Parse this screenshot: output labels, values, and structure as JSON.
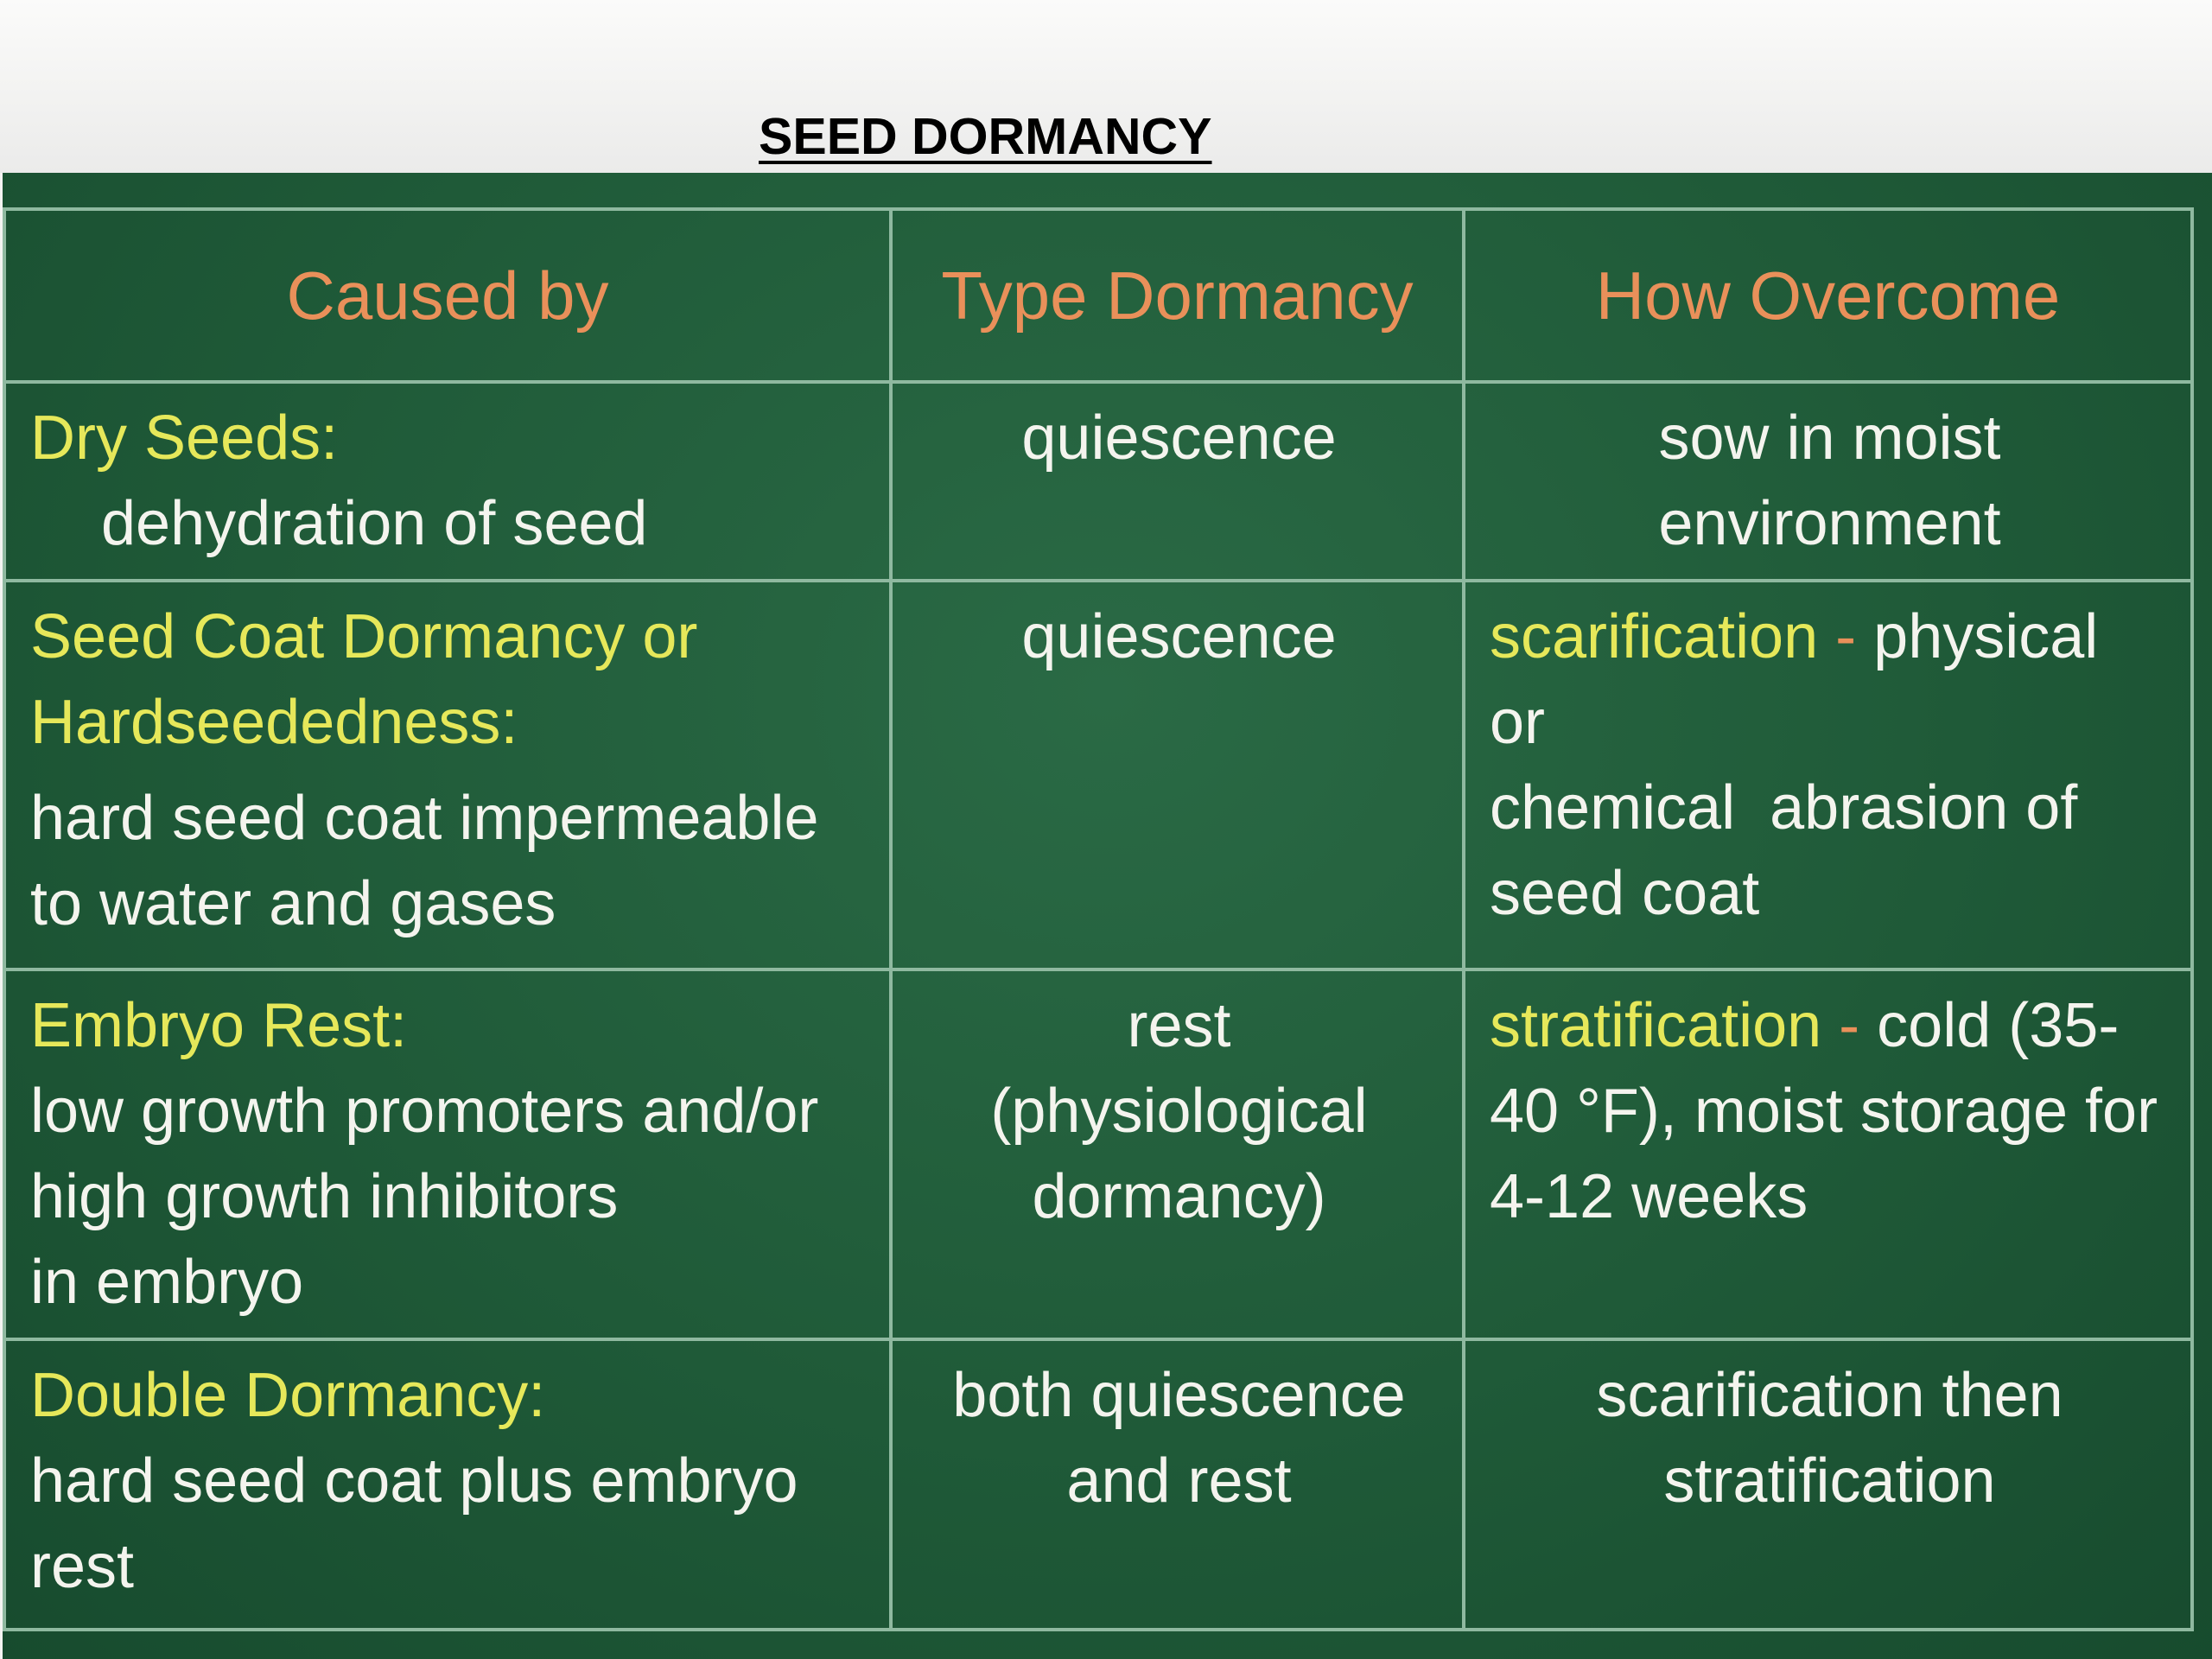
{
  "title": "SEED DORMANCY",
  "table": {
    "headers": [
      "Caused by",
      "Type Dormancy",
      "How Overcome"
    ],
    "rows": [
      {
        "cause_heading": "Dry Seeds:",
        "cause_lines": [
          "dehydration of seed"
        ],
        "type_lines": [
          "quiescence"
        ],
        "overcome_term": "",
        "overcome_lines": [
          "sow in moist",
          "environment"
        ]
      },
      {
        "cause_heading_lines": [
          "Seed Coat Dormancy or",
          "Hardseededness:"
        ],
        "cause_lines": [
          "hard seed coat impermeable",
          "to water and gases"
        ],
        "type_lines": [
          "quiescence"
        ],
        "overcome_term": "scarification",
        "overcome_first_rest": "physical or",
        "overcome_lines": [
          "chemical  abrasion of",
          "seed coat"
        ]
      },
      {
        "cause_heading": "Embryo Rest:",
        "cause_lines": [
          "low growth promoters and/or",
          "high growth inhibitors",
          "in embryo"
        ],
        "type_lines": [
          "rest",
          "(physiological",
          "dormancy)"
        ],
        "overcome_term": "stratification",
        "overcome_first_rest": "cold (35-",
        "overcome_lines": [
          "40 °F), moist storage for",
          "4-12 weeks"
        ]
      },
      {
        "cause_heading": "Double Dormancy:",
        "cause_lines": [
          "hard seed coat plus embryo",
          "rest"
        ],
        "type_lines": [
          "both quiescence",
          "and rest"
        ],
        "overcome_term": "",
        "overcome_lines": [
          "scarification then",
          "stratification"
        ]
      }
    ]
  },
  "colors": {
    "board": "#1f5a38",
    "header_text": "#e9905a",
    "highlight_text": "#e6e85a",
    "body_text": "#f4f4ee",
    "grid_lines": "#8fb9a0"
  },
  "dash": "-"
}
